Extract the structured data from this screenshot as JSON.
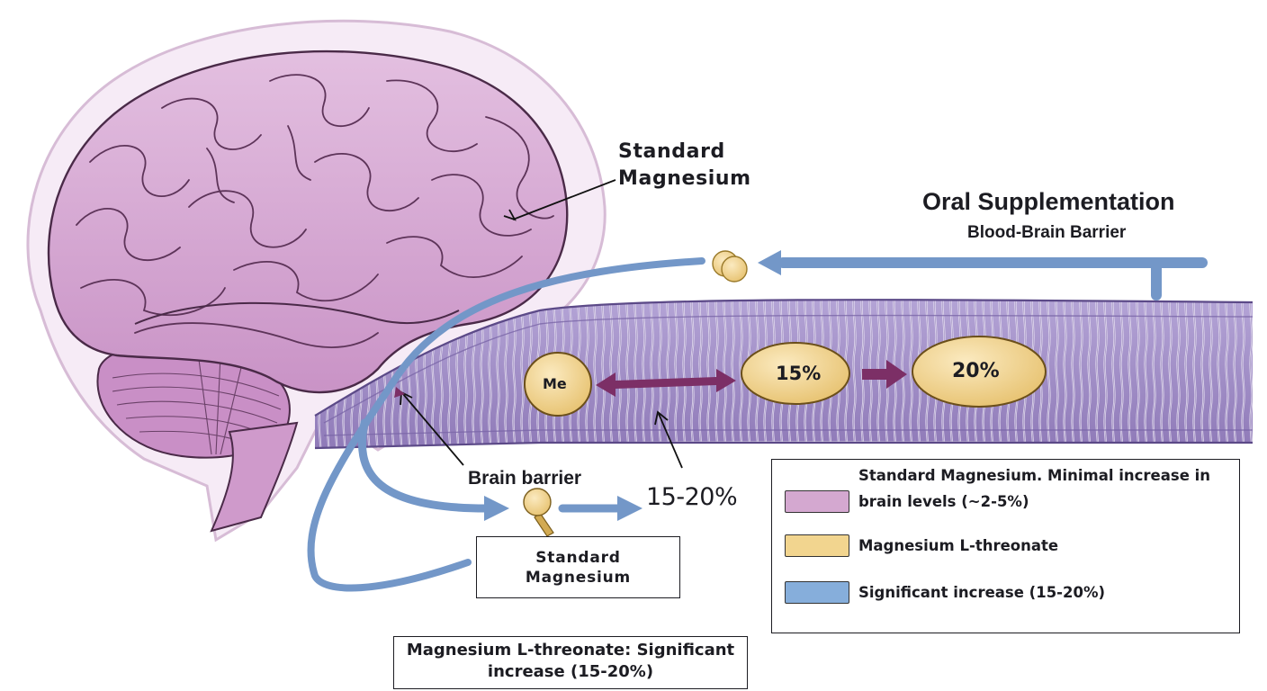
{
  "labels": {
    "standard_magnesium_callout_line1": "Standard",
    "standard_magnesium_callout_line2": "Magnesium",
    "oral_supplementation": "Oral Supplementation",
    "blood_brain_barrier": "Blood-Brain Barrier",
    "ion_me": "Me",
    "percent_15": "15%",
    "percent_20": "20%",
    "brain_barrier": "Brain barrier",
    "range_15_20": "15-20%",
    "standard_box_line1": "Standard",
    "standard_box_line2": "Magnesium",
    "bottom_caption_line1": "Magnesium L-threonate: Significant",
    "bottom_caption_line2": "increase (15-20%)"
  },
  "legend": {
    "heading_line1": "Standard Magnesium. Minimal increase in",
    "items": [
      {
        "label": "brain levels (~2-5%)",
        "color": "#d4a8d0"
      },
      {
        "label": "Magnesium L-threonate",
        "color": "#f2d58f"
      },
      {
        "label": "Significant increase (15-20%)",
        "color": "#86aedb"
      }
    ]
  },
  "colors": {
    "brain": "#d7a9d3",
    "brain_outline": "#4a2a48",
    "membrane": "#9d87c2",
    "flow_arrow": "#7397c8",
    "transfer_arrow": "#7c2f66",
    "ion": "#f2d58f"
  }
}
